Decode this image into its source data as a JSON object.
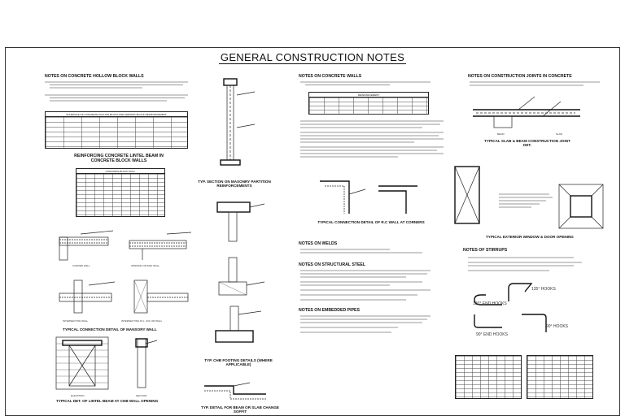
{
  "sheet": {
    "title": "GENERAL CONSTRUCTION NOTES"
  },
  "col1": {
    "hollow_block_heading": "NOTES ON CONCRETE HOLLOW BLOCK WALLS",
    "schedule_caption": "SCHEDULE OF CONCRETE HOLLOW BLOCK AND CERAMIC BLOCK REINFORCEMENT",
    "lintel_heading": "REINFORCING CONCRETE LINTEL BEAM IN CONCRETE BLOCK WALLS",
    "lintel_table_caption": "CONCRETE BLOCK WALL",
    "corner_wall": "CORNER WALL",
    "opening_wall": "OPENING OR END WALL",
    "intersection_wall": "INTERSECTION WALL",
    "intersecting_col": "INTERSECTING R.C. COL OR WALL",
    "typical_connection_masonry": "TYPICAL CONNECTION DETAIL OF MANSORY WALL",
    "lintel_chb": "TYPICAL DET. OF LINTEL BEAM AT CHB WALL OPENING",
    "elevation": "ELEVATION",
    "section": "SECTION"
  },
  "col2": {
    "masonry_partition": "TYP. SECTION ON MASONRY PARTITION REINFORCEMENTS",
    "chb_footing": "TYP. CHB FOOTING DETAILS (WHERE APPLICABLE)",
    "beam_slab_soffit": "TYP.  DETAIL FOR BEAM OR SLAB CHANGE SOFFIT"
  },
  "col3": {
    "concrete_walls_heading": "NOTES ON CONCRETE WALLS",
    "reinforcement_caption": "REINFORCEMENT",
    "rc_wall_corners": "TYPICAL CONNECTION DETAIL OF R.C WALL AT CORNERS",
    "welds_heading": "NOTES ON WELDS",
    "structural_steel_heading": "NOTES ON STRUCTURAL STEEL",
    "embedded_pipes_heading": "NOTES ON EMBEDDED PIPES"
  },
  "col4": {
    "construction_joints_heading": "NOTES ON CONSTRUCTION JOINTS IN CONCRETE",
    "beam": "BEAM",
    "slab": "SLAB",
    "slab_beam_joint": "TYPICAL SLAB & BEAM CONSTRUCTION JOINT DET.",
    "window_door": "TYPICAL EXTERIOR WINDOW & DOOR OPENING",
    "stirrups_heading": "NOTES OF STIRRUPS",
    "hook_135": "135° HOOKS",
    "hook_180": "180° END HOOKS",
    "hook_90_right": "90° HOOKS",
    "hook_90_left": "90° END HOOKS"
  }
}
